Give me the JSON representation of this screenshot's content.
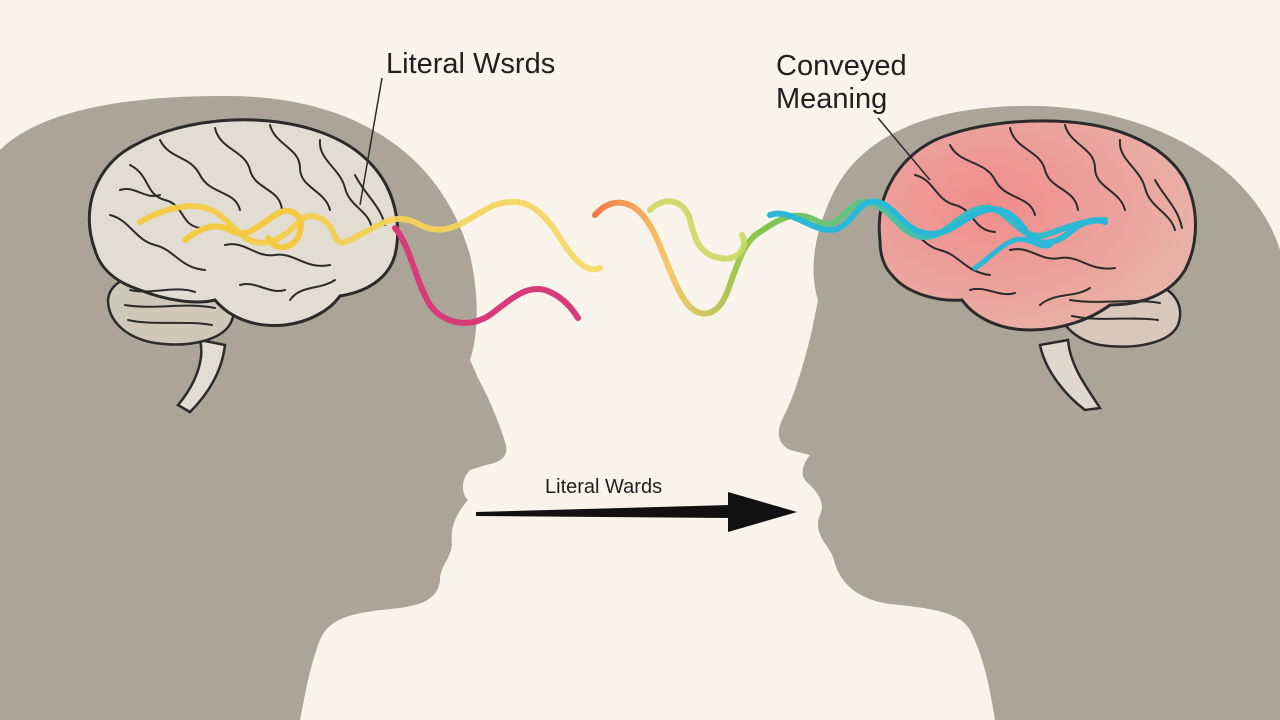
{
  "labels": {
    "literal_words_top": "Literal Wsrds",
    "conveyed_meaning_line1": "Conveyed",
    "conveyed_meaning_line2": "Meaning",
    "literal_words_arrow": "Literal Wards"
  },
  "colors": {
    "background": "#f8f4ec",
    "head": "#aaa596",
    "left_brain_fill": "#e2ddd2",
    "right_brain_fill": "#eaa6a2",
    "outline": "#2b2b2b",
    "wave_yellow": "#f2c940",
    "wave_magenta": "#d83a7a",
    "wave_orange": "#f07a4a",
    "wave_green": "#86c64a",
    "wave_cyan": "#2ab8d8"
  }
}
